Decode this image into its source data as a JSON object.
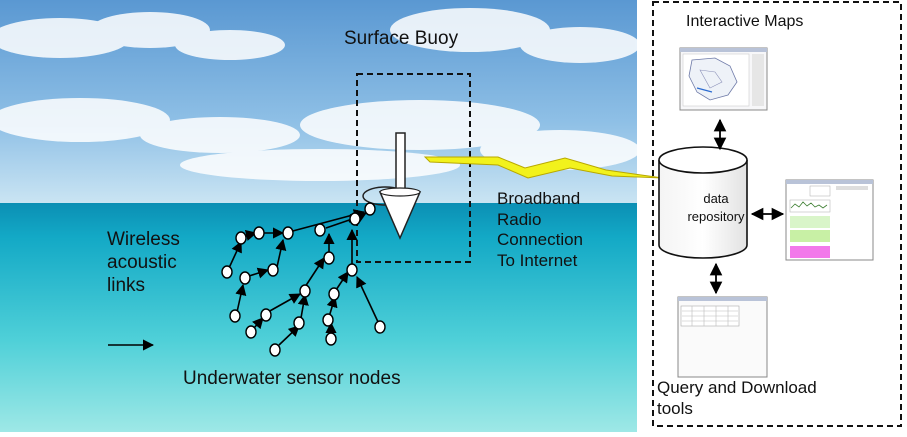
{
  "labels": {
    "surface_buoy": "Surface Buoy",
    "wireless": [
      "Wireless",
      "acoustic",
      "links"
    ],
    "underwater_nodes": "Underwater sensor nodes",
    "broadband": [
      "Broadband",
      "Radio",
      "Connection",
      "To Internet"
    ],
    "interactive_maps": "Interactive Maps",
    "data_repository": [
      "data",
      "repository"
    ],
    "query_download": [
      "Query and Download",
      "tools"
    ]
  },
  "colors": {
    "sky_top": "#5f9fd6",
    "sky_bottom": "#c9e4f3",
    "sea_top": "#0fa7c5",
    "sea_bottom": "#8fe3e6",
    "lightning": "#f2f21c",
    "dashed_border": "#111111"
  },
  "icons": [
    "lightning-bolt-icon",
    "arrow-right-icon",
    "database-cylinder-icon",
    "buoy-icon"
  ]
}
